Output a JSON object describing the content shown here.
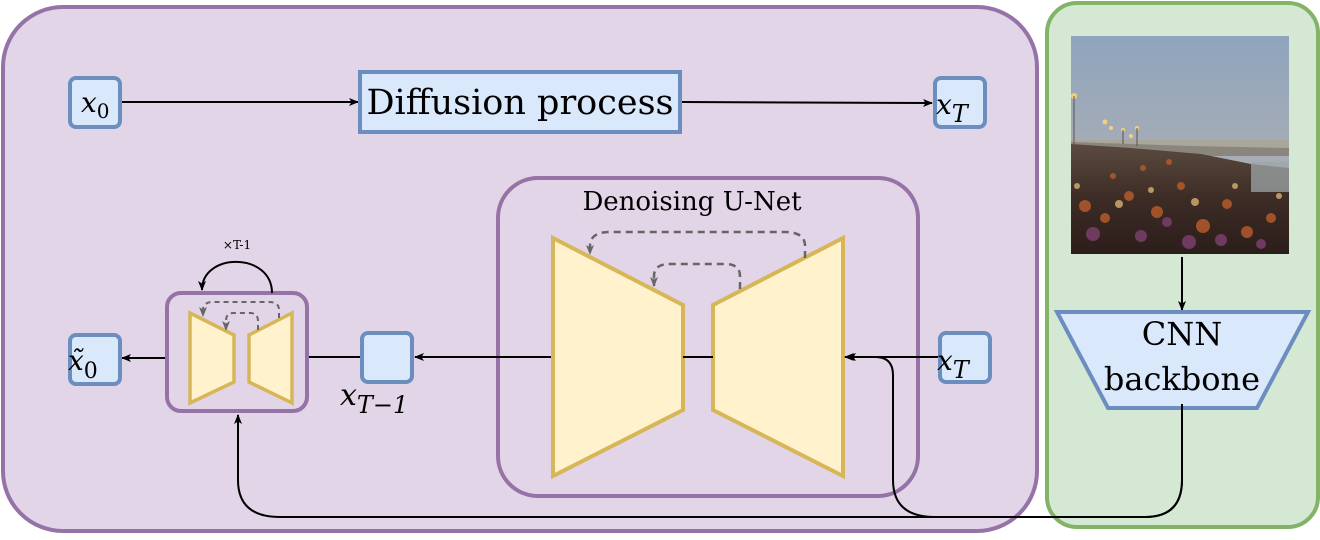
{
  "diffusion": {
    "label": "Diffusion process",
    "x0": "x",
    "x0_sub": "0",
    "xT": "x",
    "xT_sub": "T"
  },
  "unet": {
    "title": "Denoising U-Net",
    "xT": "x",
    "xT_sub": "T",
    "xTm1": "x",
    "xTm1_sub": "T−1"
  },
  "loop": {
    "label": "×T-1"
  },
  "output": {
    "x0_tilde": "x̃",
    "x0_tilde_sub": "0"
  },
  "backbone": {
    "line1": "CNN",
    "line2": "backbone"
  },
  "colors": {
    "main_fill": "#e1d5e7",
    "main_stroke": "#9673a6",
    "side_fill": "#d5e8d4",
    "side_stroke": "#82b366",
    "node_fill": "#dae8fc",
    "node_stroke": "#6c8ebf",
    "unet_fill": "#fff2cc",
    "unet_stroke": "#d6b656"
  }
}
